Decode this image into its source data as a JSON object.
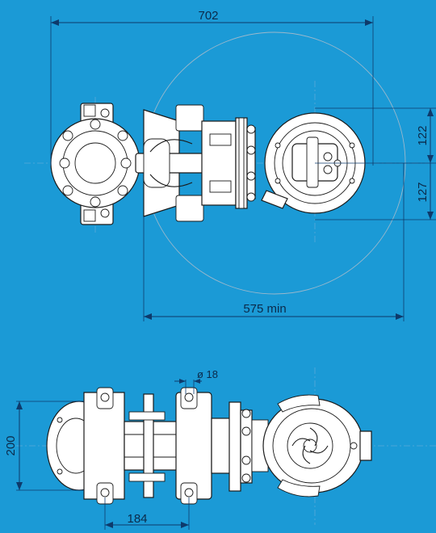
{
  "dimensions": {
    "overall_width": "702",
    "min_distance": "575 min",
    "upper_offset": "122",
    "lower_offset": "127",
    "hole_diameter": "ø 18",
    "height": "200",
    "bolt_spacing": "184"
  },
  "colors": {
    "background": "#1b9ad6",
    "part_fill": "#ffffff",
    "outline": "#1a1a1a",
    "dimension": "#0e3a6b",
    "centerline": "#5aa9d9"
  }
}
